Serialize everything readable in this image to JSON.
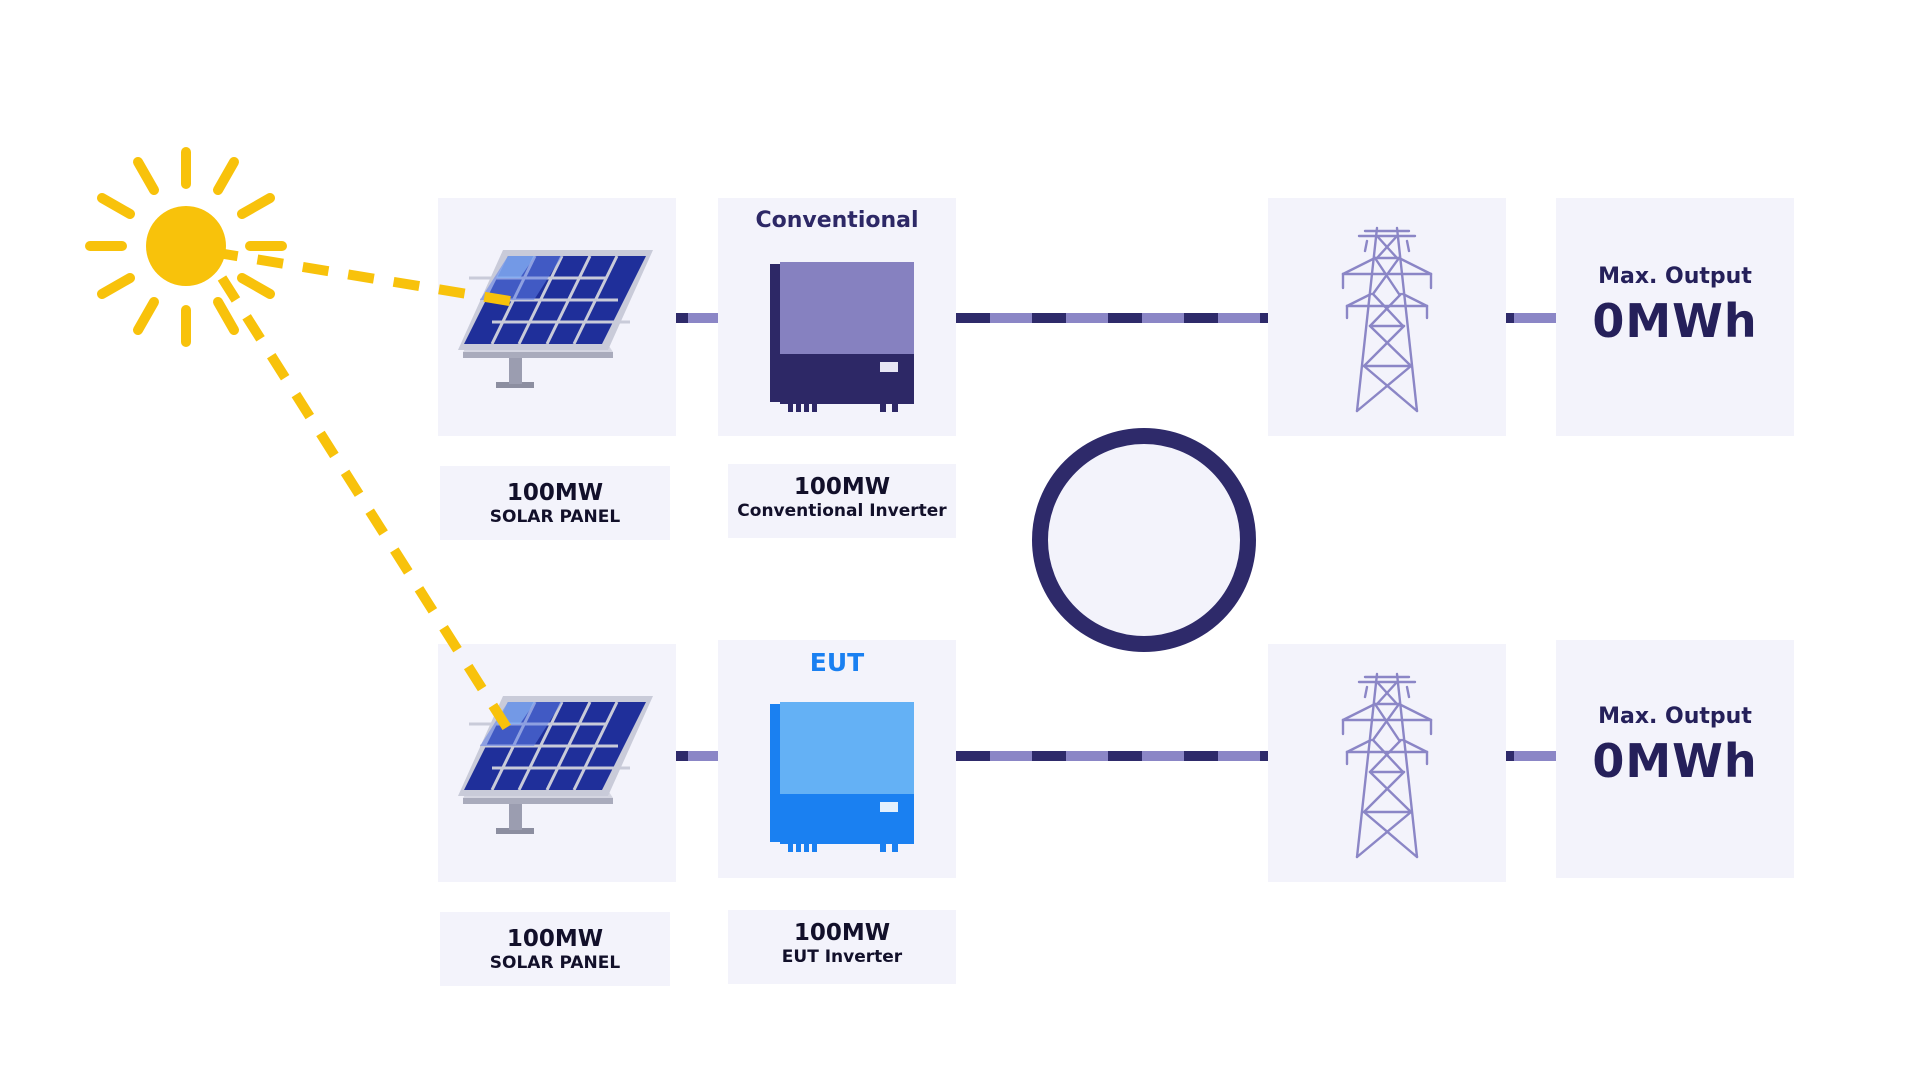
{
  "top_row": {
    "inverter_title": "Conventional",
    "panel_label": {
      "main": "100MW",
      "sub": "SOLAR PANEL"
    },
    "inverter_label": {
      "main": "100MW",
      "sub": "Conventional Inverter"
    },
    "output": {
      "title": "Max. Output",
      "value": "0MWh"
    }
  },
  "bottom_row": {
    "inverter_title": "EUT",
    "panel_label": {
      "main": "100MW",
      "sub": "SOLAR PANEL"
    },
    "inverter_label": {
      "main": "100MW",
      "sub": "EUT Inverter"
    },
    "output": {
      "title": "Max. Output",
      "value": "0MWh"
    }
  },
  "colors": {
    "sun": "#f8c20b",
    "line_dark": "#2e2a6a",
    "line_light": "#8b86c6",
    "box_bg": "#f3f3fb",
    "conventional_inverter": "#8681c0",
    "eut_inverter": "#64b1f5",
    "eut_accent": "#1a80f1",
    "conventional_title": "#2d2866",
    "eut_title": "#1a80f1"
  },
  "icons": [
    "sun-icon",
    "solar-panel-icon",
    "inverter-icon",
    "transmission-tower-icon",
    "status-circle"
  ]
}
